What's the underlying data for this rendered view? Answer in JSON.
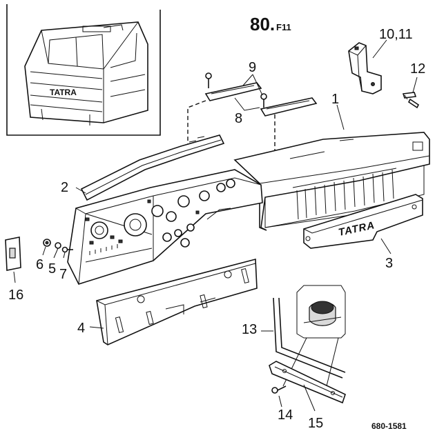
{
  "header": {
    "page_number": "80.",
    "section": "F11"
  },
  "callouts": {
    "c1": "1",
    "c2": "2",
    "c3": "3",
    "c4": "4",
    "c5": "5",
    "c6": "6",
    "c7": "7",
    "c8": "8",
    "c9": "9",
    "c10_11": "10,11",
    "c12": "12",
    "c13": "13",
    "c14": "14",
    "c15": "15",
    "c16": "16"
  },
  "brand_plate": "TATRA",
  "cab_brand": "TATRA",
  "drawing_ref": "680-1581"
}
